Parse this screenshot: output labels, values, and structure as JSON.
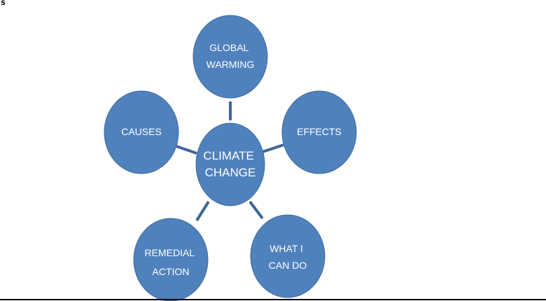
{
  "corner_mark": "s",
  "colors": {
    "node_fill": "#4f81bd",
    "node_stroke": "#3f6a9e",
    "connector": "#3d6696",
    "label": "#ffffff",
    "bottom_line": "#000000"
  },
  "center": {
    "label_lines": [
      "CLIMATE",
      "CHANGE"
    ]
  },
  "branches": [
    {
      "id": "global-warming",
      "label_lines": [
        "GLOBAL",
        "WARMING"
      ]
    },
    {
      "id": "effects",
      "label_lines": [
        "EFFECTS"
      ]
    },
    {
      "id": "what-i-can-do",
      "label_lines": [
        "WHAT I",
        "CAN DO"
      ]
    },
    {
      "id": "remedial-action",
      "label_lines": [
        "REMEDIAL",
        "ACTION"
      ]
    },
    {
      "id": "causes",
      "label_lines": [
        "CAUSES"
      ]
    }
  ]
}
